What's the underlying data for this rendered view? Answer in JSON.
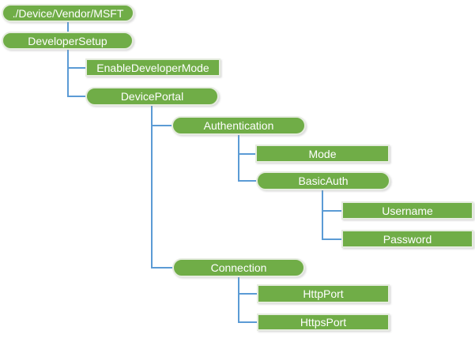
{
  "colors": {
    "node_fill": "#70AD47",
    "node_border": "#E6ECE0",
    "connector": "#5B9BD5",
    "node_text": "#FFFFFF",
    "background": "#FFFFFF"
  },
  "diagram_type": "tree",
  "nodes": [
    {
      "id": "msft",
      "label": "./Device/Vendor/MSFT",
      "shape": "rounded",
      "parent": null
    },
    {
      "id": "developersetup",
      "label": "DeveloperSetup",
      "shape": "rounded",
      "parent": "msft"
    },
    {
      "id": "enabledevelopermode",
      "label": "EnableDeveloperMode",
      "shape": "rectangle",
      "parent": "developersetup"
    },
    {
      "id": "deviceportal",
      "label": "DevicePortal",
      "shape": "rounded",
      "parent": "developersetup"
    },
    {
      "id": "authentication",
      "label": "Authentication",
      "shape": "rounded",
      "parent": "deviceportal"
    },
    {
      "id": "mode",
      "label": "Mode",
      "shape": "rectangle",
      "parent": "authentication"
    },
    {
      "id": "basicauth",
      "label": "BasicAuth",
      "shape": "rounded",
      "parent": "authentication"
    },
    {
      "id": "username",
      "label": "Username",
      "shape": "rectangle",
      "parent": "basicauth"
    },
    {
      "id": "password",
      "label": "Password",
      "shape": "rectangle",
      "parent": "basicauth"
    },
    {
      "id": "connection",
      "label": "Connection",
      "shape": "rounded",
      "parent": "deviceportal"
    },
    {
      "id": "httpport",
      "label": "HttpPort",
      "shape": "rectangle",
      "parent": "connection"
    },
    {
      "id": "httpsport",
      "label": "HttpsPort",
      "shape": "rectangle",
      "parent": "connection"
    }
  ]
}
